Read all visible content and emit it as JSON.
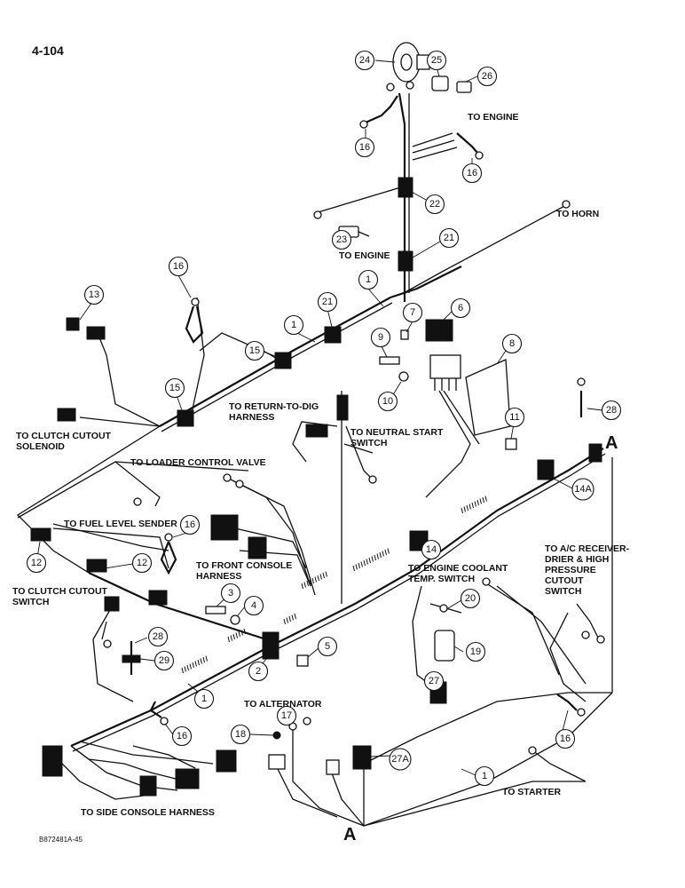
{
  "page_number": "4-104",
  "part_code": "B872481A-45",
  "connector_marks": {
    "a_right": "A",
    "a_bottom": "A"
  },
  "labels": {
    "to_engine_top": "TO ENGINE",
    "to_horn": "TO HORN",
    "to_engine_sender": "TO ENGINE",
    "to_clutch_solenoid": "TO CLUTCH CUTOUT\nSOLENOID",
    "to_return_to_dig": "TO RETURN-TO-DIG\nHARNESS",
    "to_neutral_start": "TO NEUTRAL START\nSWITCH",
    "to_loader_valve": "TO LOADER CONTROL VALVE",
    "to_fuel_sender": "TO FUEL LEVEL SENDER",
    "to_front_console": "TO FRONT CONSOLE\nHARNESS",
    "to_clutch_switch": "TO CLUTCH CUTOUT\nSWITCH",
    "to_coolant_switch": "TO ENGINE COOLANT\nTEMP. SWITCH",
    "to_ac_receiver": "TO A/C RECEIVER-\nDRIER & HIGH\nPRESSURE\nCUTOUT\nSWITCH",
    "to_alternator": "TO ALTERNATOR",
    "to_starter": "TO STARTER",
    "to_side_console": "TO SIDE CONSOLE HARNESS"
  },
  "callouts": [
    "24",
    "25",
    "26",
    "16",
    "16",
    "22",
    "23",
    "21",
    "16",
    "13",
    "1",
    "21",
    "1",
    "7",
    "6",
    "9",
    "8",
    "15",
    "15",
    "10",
    "11",
    "28",
    "14A",
    "16",
    "12",
    "12",
    "14",
    "20",
    "3",
    "4",
    "19",
    "28",
    "29",
    "5",
    "2",
    "27",
    "1",
    "17",
    "18",
    "27A",
    "16",
    "1",
    "16"
  ]
}
